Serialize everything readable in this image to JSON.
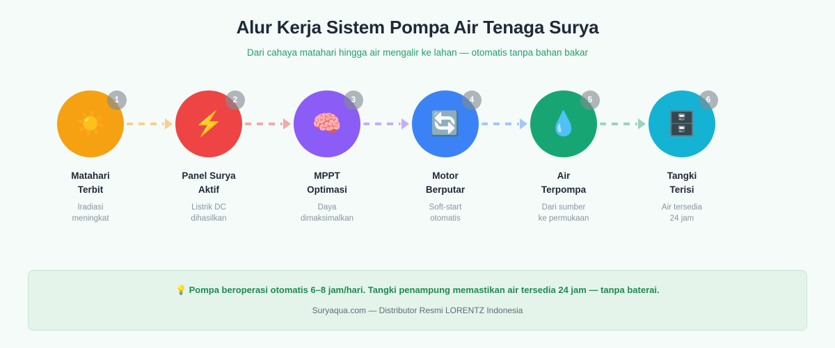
{
  "header": {
    "title": "Alur Kerja Sistem Pompa Air Tenaga Surya",
    "subtitle": "Dari cahaya matahari hingga air mengalir ke lahan — otomatis tanpa bahan bakar",
    "title_color": "#1f2937",
    "subtitle_color": "#22a06b"
  },
  "page": {
    "background_color": "#f4fbf8"
  },
  "flow": {
    "steps": [
      {
        "number": "1",
        "icon": "sun-icon",
        "glyph": "☀️",
        "label_line1": "Matahari",
        "label_line2": "Terbit",
        "desc_line1": "Iradiasi",
        "desc_line2": "meningkat",
        "color": "#f5a111",
        "connector_color": "#f7cf8e"
      },
      {
        "number": "2",
        "icon": "lightning-bolt-icon",
        "glyph": "⚡",
        "label_line1": "Panel Surya",
        "label_line2": "Aktif",
        "desc_line1": "Listrik DC",
        "desc_line2": "dihasilkan",
        "color": "#ef4444",
        "connector_color": "#f5a9a9"
      },
      {
        "number": "3",
        "icon": "brain-icon",
        "glyph": "🧠",
        "label_line1": "MPPT",
        "label_line2": "Optimasi",
        "desc_line1": "Daya",
        "desc_line2": "dimaksimalkan",
        "color": "#8b5cf6",
        "connector_color": "#c4aef9"
      },
      {
        "number": "4",
        "icon": "repeat-arrows-icon",
        "glyph": "🔄",
        "label_line1": "Motor",
        "label_line2": "Berputar",
        "desc_line1": "Soft-start",
        "desc_line2": "otomatis",
        "color": "#3b82f6",
        "connector_color": "#a6c6fb"
      },
      {
        "number": "5",
        "icon": "water-droplet-icon",
        "glyph": "💧",
        "label_line1": "Air",
        "label_line2": "Terpompa",
        "desc_line1": "Dari sumber",
        "desc_line2": "ke permukaan",
        "color": "#17a673",
        "connector_color": "#9ad4bd"
      },
      {
        "number": "6",
        "icon": "file-cabinet-icon",
        "glyph": "🗄️",
        "label_line1": "Tangki",
        "label_line2": "Terisi",
        "desc_line1": "Air tersedia",
        "desc_line2": "24 jam",
        "color": "#14b3d4",
        "connector_color": ""
      }
    ]
  },
  "callout": {
    "bulb_icon": "light-bulb-icon",
    "bulb_glyph": "💡",
    "main_text": "Pompa beroperasi otomatis 6–8 jam/hari. Tangki penampung memastikan air tersedia 24 jam — tanpa baterai.",
    "sub_text": "Suryaqua.com — Distributor Resmi LORENTZ Indonesia",
    "background_color": "#e4f4ea",
    "border_color": "#c5e6d4",
    "main_color": "#1f8b52"
  }
}
